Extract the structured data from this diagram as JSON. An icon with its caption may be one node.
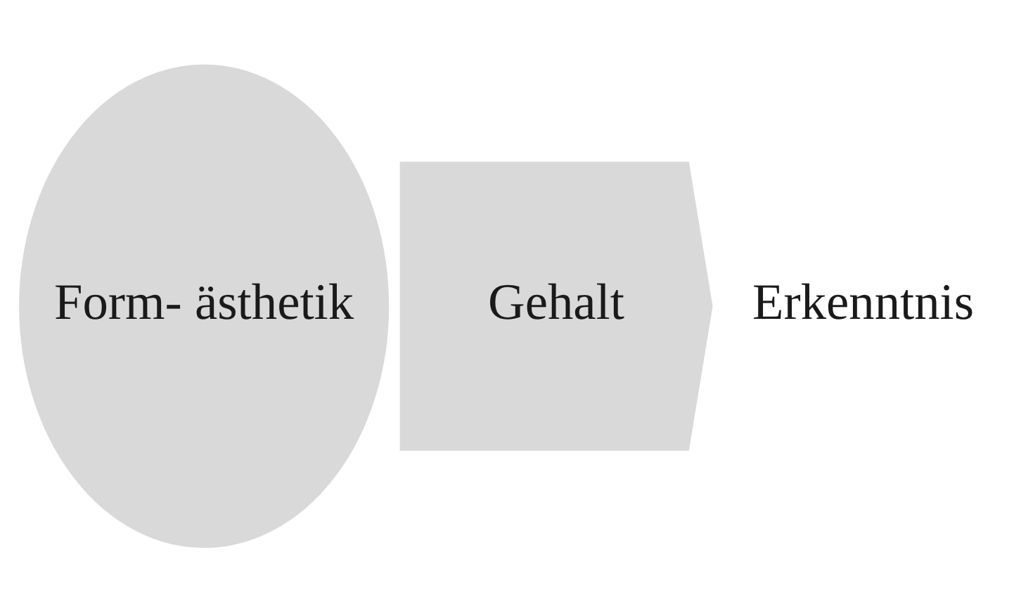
{
  "diagram": {
    "nodes": [
      {
        "text": [
          "Form- ästhetik"
        ]
      },
      {
        "text": [
          "Gehalt"
        ]
      }
    ],
    "labels": [
      "Erkenntnis"
    ]
  }
}
